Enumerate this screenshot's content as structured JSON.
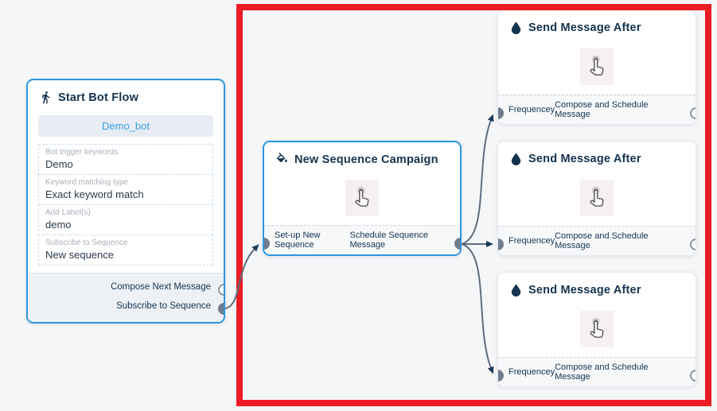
{
  "colors": {
    "canvas_bg": "#f5f6f8",
    "node_border_blue": "#2b97e0",
    "title_navy": "#14334f",
    "red_highlight": "#ec1c24",
    "connector_gray": "#5f6d7e",
    "arrow_navy": "#1b3a57",
    "port_fill_gray": "#717d8c",
    "bot_pill_text_blue": "#3aa0dd"
  },
  "start_node": {
    "icon": "walking-person",
    "title": "Start Bot Flow",
    "bot_name": "Demo_bot",
    "fields": [
      {
        "label": "Bot trigger keywords",
        "value": "Demo"
      },
      {
        "label": "Keyword matching type",
        "value": "Exact keyword match"
      },
      {
        "label": "Add Label(s)",
        "value": "demo"
      },
      {
        "label": "Subscribe to Sequence",
        "value": "New sequence"
      }
    ],
    "outputs": [
      {
        "label": "Compose Next Message",
        "port_style": "hollow"
      },
      {
        "label": "Subscribe to Sequence",
        "port_style": "filled"
      }
    ]
  },
  "sequence_node": {
    "icon": "ink-bucket",
    "title": "New Sequence Campaign",
    "input_label": "Set-up New Sequence",
    "output_label": "Schedule Sequence Message"
  },
  "message_nodes": [
    {
      "icon": "water-drop",
      "title": "Send Message After",
      "input_label": "Frequencey",
      "output_label": "Compose and Schedule Message"
    },
    {
      "icon": "water-drop",
      "title": "Send Message After",
      "input_label": "Frequencey",
      "output_label": "Compose and Schedule Message"
    },
    {
      "icon": "water-drop",
      "title": "Send Message After",
      "input_label": "Frequencey",
      "output_label": "Compose and Schedule Message"
    }
  ]
}
